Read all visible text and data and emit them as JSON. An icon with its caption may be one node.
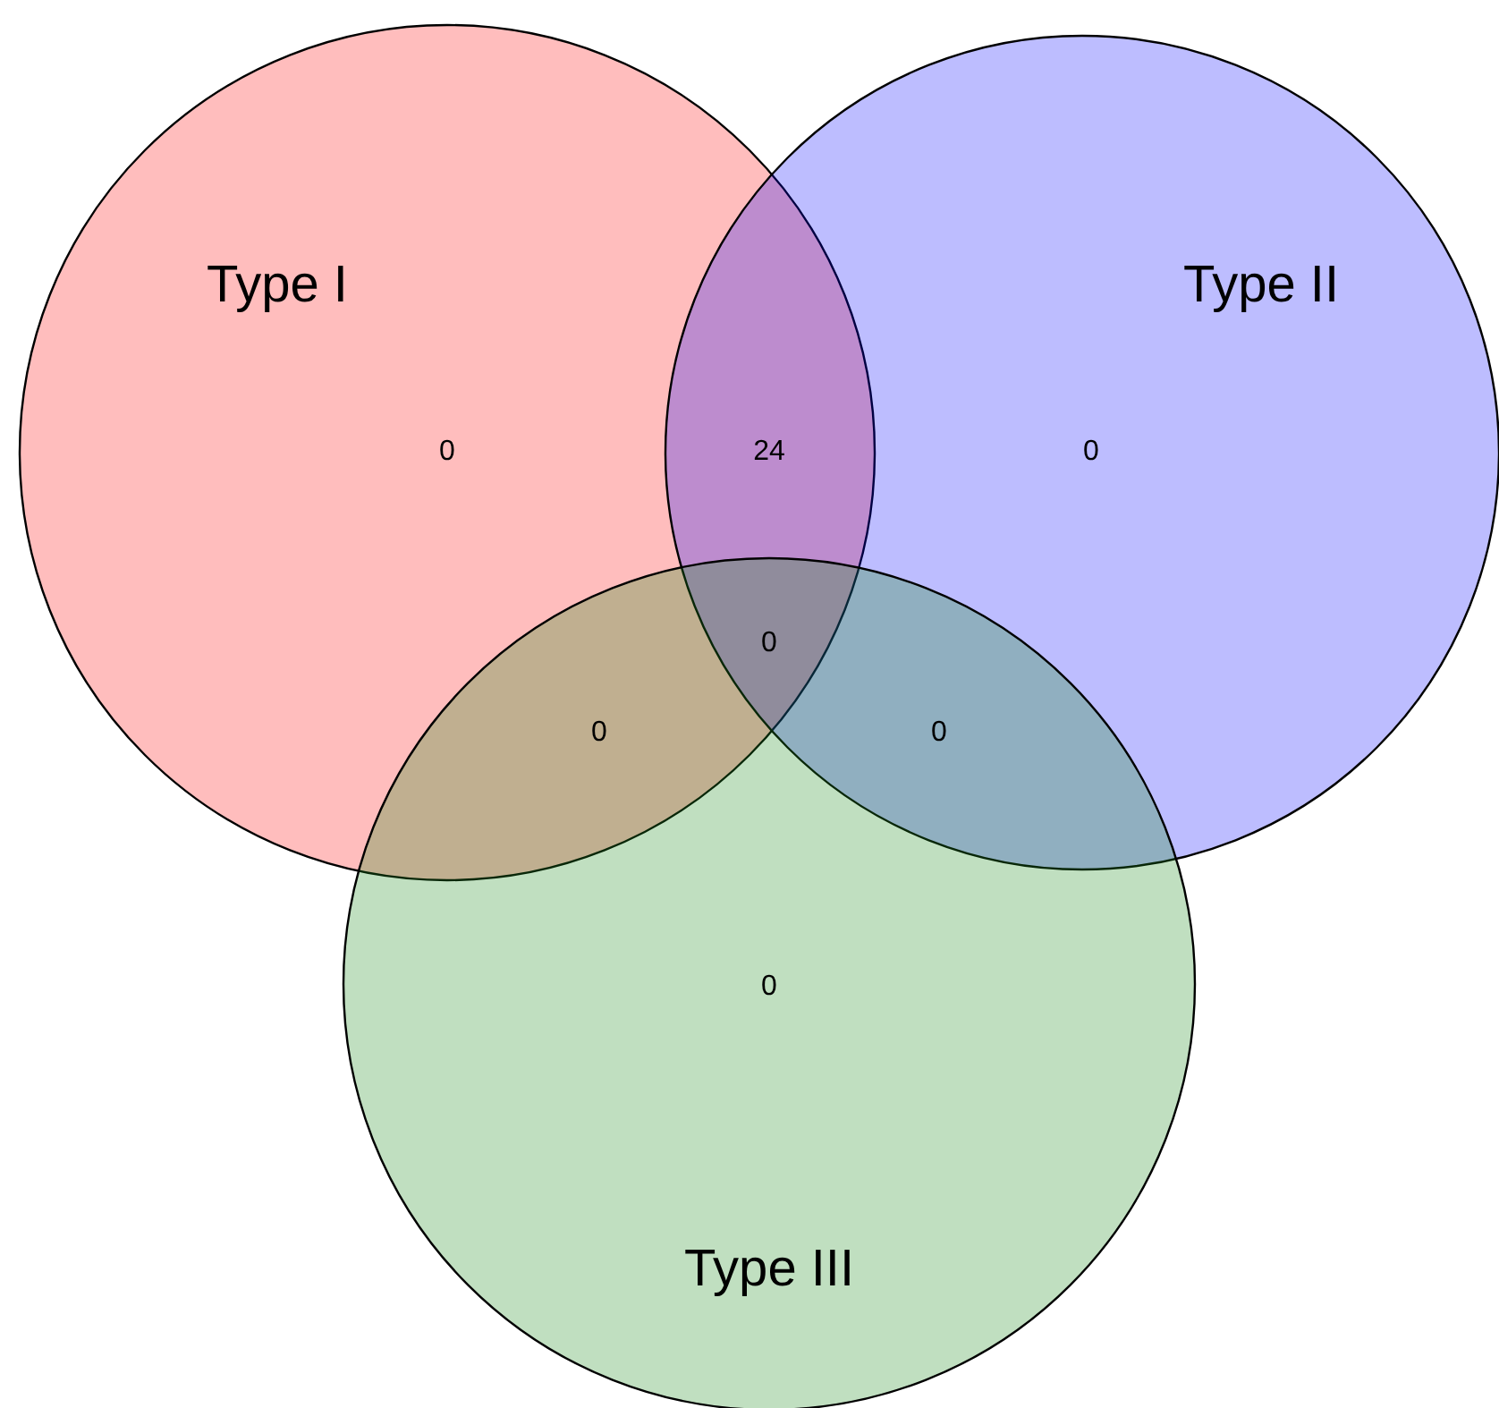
{
  "diagram": {
    "nodes": [
      {
        "text": [
          "Type I"
        ]
      },
      {
        "text": [
          "Type II"
        ]
      },
      {
        "text": [
          "Type III"
        ]
      }
    ],
    "labels": [
      "0",
      "24",
      "0",
      "0",
      "0",
      "0",
      "0"
    ]
  }
}
